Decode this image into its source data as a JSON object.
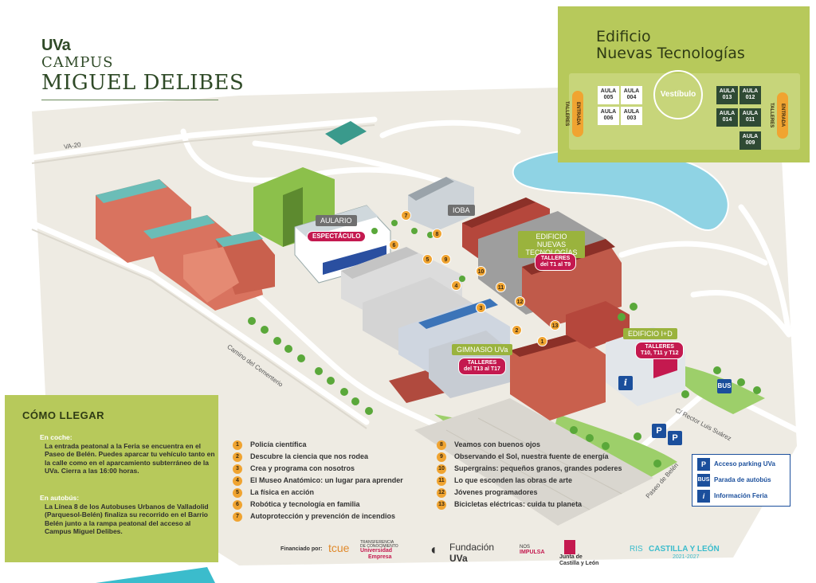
{
  "brand": {
    "uva": "UVa",
    "campus": "CAMPUS",
    "name": "MIGUEL DELIBES"
  },
  "inset": {
    "title_line1": "Edificio",
    "title_line2": "Nuevas Tecnologías",
    "aulas_left": [
      {
        "l1": "AULA",
        "l2": "005"
      },
      {
        "l1": "AULA",
        "l2": "004"
      },
      {
        "l1": "AULA",
        "l2": "006"
      },
      {
        "l1": "AULA",
        "l2": "003"
      }
    ],
    "aulas_right": [
      {
        "l1": "AULA",
        "l2": "013"
      },
      {
        "l1": "AULA",
        "l2": "012"
      },
      {
        "l1": "AULA",
        "l2": "014"
      },
      {
        "l1": "AULA",
        "l2": "011"
      },
      {
        "l1": "AULA",
        "l2": "009"
      }
    ],
    "vestibulo": "Vestíbulo",
    "entrada_left": "ENTRADA TALLERES",
    "entrada_right": "ENTRADA TALLERES"
  },
  "map": {
    "roads": {
      "va20": "VA-20",
      "camino": "Camino del Cementerio",
      "rector": "C/ Rector Luis Suárez",
      "paseo": "Paseo de Belén"
    },
    "buildings": {
      "aulario": "AULARIO",
      "ioba": "IOBA",
      "nuevas_tec": "EDIFICIO NUEVAS TECNOLOGÍAS",
      "gimnasio": "GIMNASIO UVa",
      "imasd": "EDIFICIO I+D"
    },
    "pills": {
      "espectaculo": "ESPECTÁCULO",
      "talleres_t1_t9_a": "TALLERES",
      "talleres_t1_t9_b": "del T1 al T9",
      "talleres_t13_a": "TALLERES",
      "talleres_t13_b": "del T13 al T17",
      "talleres_t10_a": "TALLERES",
      "talleres_t10_b": "T10, T11 y T12"
    },
    "markers": [
      "1",
      "2",
      "3",
      "4",
      "5",
      "6",
      "7",
      "8",
      "9",
      "10",
      "11",
      "12",
      "13"
    ],
    "icons": {
      "parking": "P",
      "bus": "BUS",
      "info": "i"
    }
  },
  "como_llegar": {
    "title": "CÓMO LLEGAR",
    "coche_head": "En coche:",
    "coche_body": "La entrada peatonal a la Feria se encuentra en el Paseo de Belén. Puedes aparcar tu vehículo tanto en la calle como en el aparcamiento subterráneo de la UVa. Cierra a las 16:00 horas.",
    "autobus_head": "En autobús:",
    "autobus_body": "La Línea 8 de los Autobuses Urbanos de Valladolid (Parquesol-Belén) finaliza su recorrido en el Barrio Belén junto a la rampa peatonal del acceso al Campus Miguel Delibes."
  },
  "activities_left": [
    {
      "n": "1",
      "t": "Policía científica"
    },
    {
      "n": "2",
      "t": "Descubre la ciencia que nos rodea"
    },
    {
      "n": "3",
      "t": "Crea y programa con nosotros"
    },
    {
      "n": "4",
      "t": "El Museo Anatómico: un lugar para aprender"
    },
    {
      "n": "5",
      "t": "La física en acción"
    },
    {
      "n": "6",
      "t": "Robótica y tecnología en familia"
    },
    {
      "n": "7",
      "t": "Autoprotección y prevención de incendios"
    }
  ],
  "activities_right": [
    {
      "n": "8",
      "t": "Veamos con buenos ojos"
    },
    {
      "n": "9",
      "t": "Observando el Sol, nuestra fuente de energía"
    },
    {
      "n": "10",
      "t": "Supergrains: pequeños granos, grandes poderes"
    },
    {
      "n": "11",
      "t": "Lo que esconden las obras de arte"
    },
    {
      "n": "12",
      "t": "Jóvenes programadores"
    },
    {
      "n": "13",
      "t": "Bicicletas eléctricas: cuida tu planeta"
    }
  ],
  "legend": {
    "parking_icon": "P",
    "parking": "Acceso parking UVa",
    "bus_icon": "BUS",
    "bus": "Parada de autobús",
    "info_icon": "i",
    "info": "Información Feria"
  },
  "sponsors": {
    "financiado": "Financiado por:",
    "tcue": "tcue",
    "tcue_sub1": "TRANSFERENCIA",
    "tcue_sub2": "DE CONOCIMIENTO",
    "universidad": "Universidad",
    "empresa": "Empresa",
    "fundacion_1": "Fundación",
    "fundacion_2": "UVa",
    "nos": "NOS",
    "impulsa": "IMPULSA",
    "junta_1": "Junta de",
    "junta_2": "Castilla y León",
    "ris": "RIS",
    "castilla": "CASTILLA Y LEÓN",
    "years": "2021-2027"
  },
  "colors": {
    "green_panel": "#b7c95b",
    "dark_green": "#2f4a34",
    "orange": "#f0a431",
    "magenta": "#c4194f",
    "blue": "#1b4f9c",
    "lake": "#8fd3e4"
  }
}
